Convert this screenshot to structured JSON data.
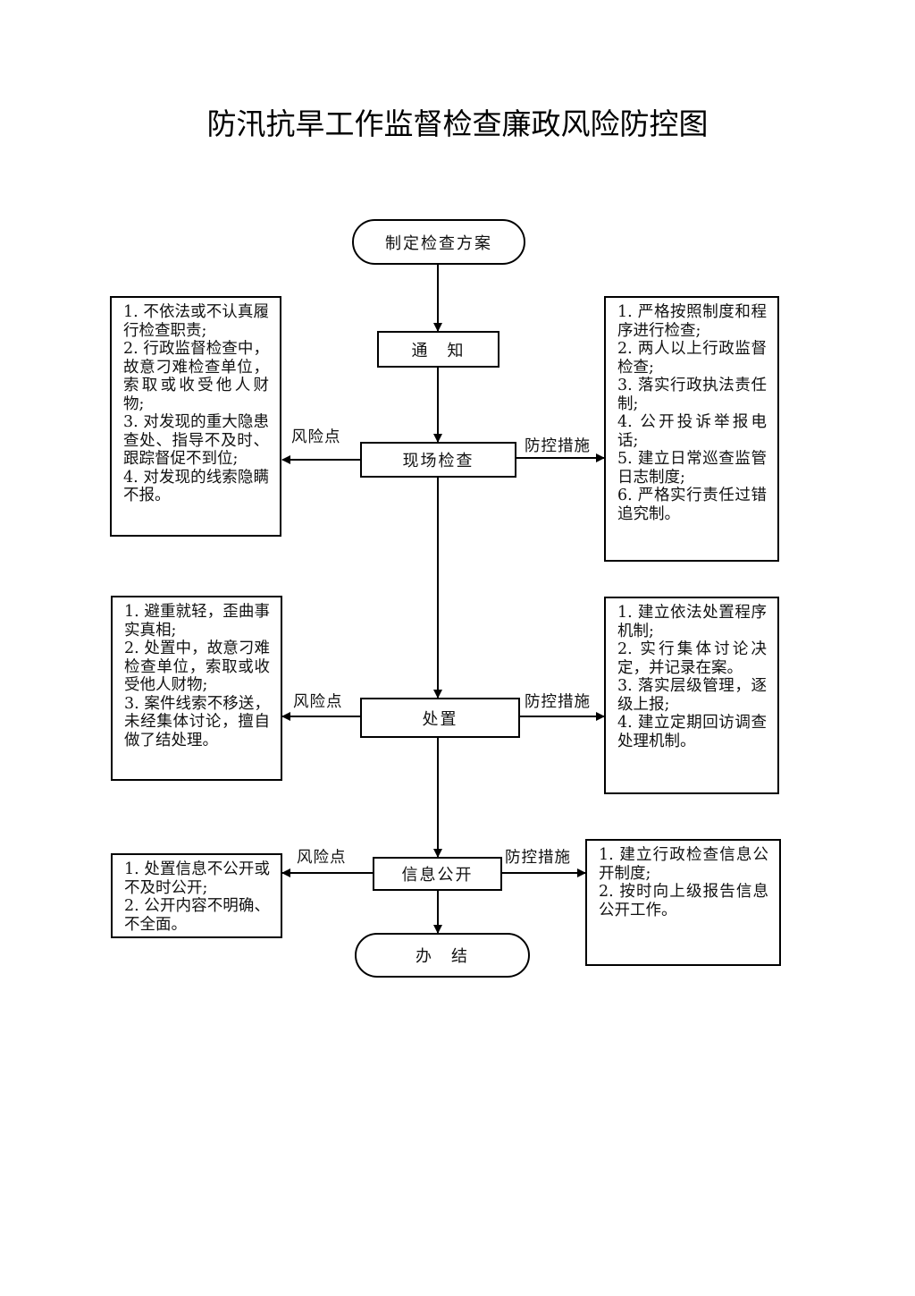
{
  "title": "防汛抗旱工作监督检查廉政风险防控图",
  "flow": {
    "start": "制定检查方案",
    "notify": "通　知",
    "inspect": "现场检查",
    "handle": "处置",
    "disclose": "信息公开",
    "end": "办　结"
  },
  "labels": {
    "risk": "风险点",
    "control": "防控措施"
  },
  "stages": [
    {
      "risks": [
        "1. 不依法或不认真履行检查职责;",
        "2. 行政监督检查中，故意刁难检查单位，索取或收受他人财物;",
        "3. 对发现的重大隐患查处、指导不及时、跟踪督促不到位;",
        "4. 对发现的线索隐瞒不报。"
      ],
      "controls": [
        "1. 严格按照制度和程序进行检查;",
        "2. 两人以上行政监督检查;",
        "3. 落实行政执法责任制;",
        "4. 公开投诉举报电话;",
        "5. 建立日常巡查监管日志制度;",
        "6. 严格实行责任过错追究制。"
      ]
    },
    {
      "risks": [
        "1. 避重就轻，歪曲事实真相;",
        "2. 处置中，故意刁难检查单位，索取或收受他人财物;",
        "3. 案件线索不移送，未经集体讨论，擅自做了结处理。"
      ],
      "controls": [
        "1. 建立依法处置程序机制;",
        "2. 实行集体讨论决定，并记录在案。",
        "3. 落实层级管理，逐级上报;",
        "4. 建立定期回访调查处理机制。"
      ]
    },
    {
      "risks": [
        "1. 处置信息不公开或不及时公开;",
        "2. 公开内容不明确、不全面。"
      ],
      "controls": [
        "1. 建立行政检查信息公开制度;",
        "2. 按时向上级报告信息公开工作。"
      ]
    }
  ]
}
